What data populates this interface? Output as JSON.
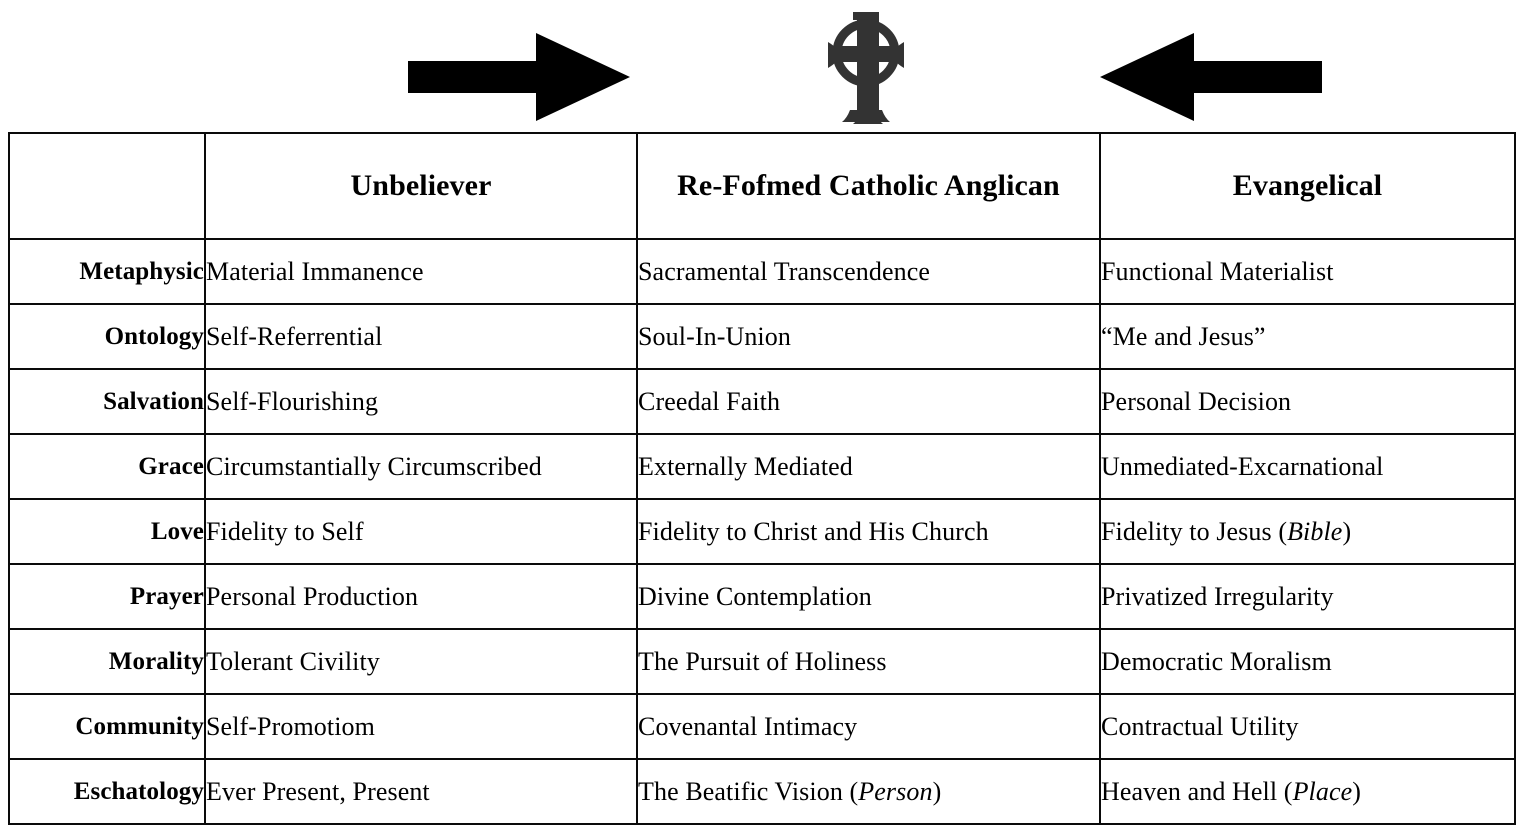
{
  "graphics": {
    "left_arrow": {
      "icon": "arrow-right-pointing",
      "direction": "right",
      "color": "#000000"
    },
    "right_arrow": {
      "icon": "arrow-left-pointing",
      "direction": "left",
      "color": "#000000"
    },
    "center_symbol": {
      "icon": "celtic-cross-icon",
      "color": "#333333"
    }
  },
  "table": {
    "corner_label": "",
    "columns": [
      {
        "label": "Unbeliever"
      },
      {
        "label": "Re-Fofmed Catholic Anglican"
      },
      {
        "label": "Evangelical"
      }
    ],
    "rows": [
      {
        "label": "Metaphysic",
        "cells": [
          {
            "text": "Material Immanence"
          },
          {
            "text": "Sacramental Transcendence"
          },
          {
            "text": "Functional Materialist"
          }
        ]
      },
      {
        "label": "Ontology",
        "cells": [
          {
            "text": "Self-Referrential"
          },
          {
            "text": "Soul-In-Union"
          },
          {
            "text": "“Me and Jesus”"
          }
        ]
      },
      {
        "label": "Salvation",
        "cells": [
          {
            "text": "Self-Flourishing"
          },
          {
            "text": "Creedal Faith"
          },
          {
            "text": "Personal Decision"
          }
        ]
      },
      {
        "label": "Grace",
        "cells": [
          {
            "text": "Circumstantially Circumscribed"
          },
          {
            "text": "Externally Mediated"
          },
          {
            "text": "Unmediated-Excarnational"
          }
        ]
      },
      {
        "label": "Love",
        "cells": [
          {
            "text": "Fidelity to Self"
          },
          {
            "text": "Fidelity to Christ and His Church"
          },
          {
            "text": "Fidelity to Jesus (",
            "italic": "Bible",
            "text_after": ")"
          }
        ]
      },
      {
        "label": "Prayer",
        "cells": [
          {
            "text": "Personal Production"
          },
          {
            "text": "Divine Contemplation"
          },
          {
            "text": "Privatized Irregularity"
          }
        ]
      },
      {
        "label": "Morality",
        "cells": [
          {
            "text": "Tolerant Civility"
          },
          {
            "text": "The Pursuit of Holiness"
          },
          {
            "text": "Democratic Moralism"
          }
        ]
      },
      {
        "label": "Community",
        "cells": [
          {
            "text": "Self-Promotiom"
          },
          {
            "text": "Covenantal Intimacy"
          },
          {
            "text": "Contractual Utility"
          }
        ]
      },
      {
        "label": "Eschatology",
        "cells": [
          {
            "text": "Ever Present, Present"
          },
          {
            "text": "The Beatific Vision (",
            "italic": "Person",
            "text_after": ")"
          },
          {
            "text": "Heaven and Hell (",
            "italic": "Place",
            "text_after": ")"
          }
        ]
      }
    ]
  },
  "colors": {
    "border": "#0a0a0a",
    "text": "#000000",
    "cross": "#333333",
    "background": "#ffffff"
  }
}
